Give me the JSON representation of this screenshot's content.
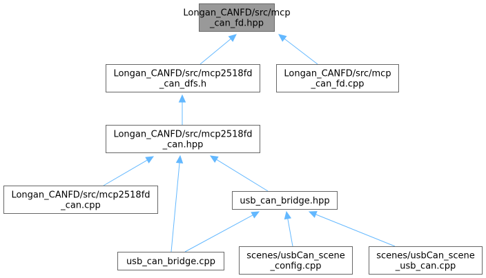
{
  "graph": {
    "nodes": [
      {
        "id": "n1",
        "label_lines": [
          "Longan_CANFD/src/mcp",
          "_can_fd.hpp"
        ],
        "highlighted": true
      },
      {
        "id": "n2",
        "label_lines": [
          "Longan_CANFD/src/mcp2518fd",
          "_can_dfs.h"
        ],
        "highlighted": false
      },
      {
        "id": "n3",
        "label_lines": [
          "Longan_CANFD/src/mcp",
          "_can_fd.cpp"
        ],
        "highlighted": false
      },
      {
        "id": "n4",
        "label_lines": [
          "Longan_CANFD/src/mcp2518fd",
          "_can.hpp"
        ],
        "highlighted": false
      },
      {
        "id": "n5",
        "label_lines": [
          "Longan_CANFD/src/mcp2518fd",
          "_can.cpp"
        ],
        "highlighted": false
      },
      {
        "id": "n6",
        "label_lines": [
          "usb_can_bridge.hpp"
        ],
        "highlighted": false
      },
      {
        "id": "n7",
        "label_lines": [
          "usb_can_bridge.cpp"
        ],
        "highlighted": false
      },
      {
        "id": "n8",
        "label_lines": [
          "scenes/usbCan_scene",
          "_config.cpp"
        ],
        "highlighted": false
      },
      {
        "id": "n9",
        "label_lines": [
          "scenes/usbCan_scene",
          "_usb_can.cpp"
        ],
        "highlighted": false
      }
    ],
    "edges": [
      {
        "from": "n2",
        "to": "n1"
      },
      {
        "from": "n3",
        "to": "n1"
      },
      {
        "from": "n4",
        "to": "n2"
      },
      {
        "from": "n5",
        "to": "n4"
      },
      {
        "from": "n7",
        "to": "n4"
      },
      {
        "from": "n6",
        "to": "n4"
      },
      {
        "from": "n7",
        "to": "n6"
      },
      {
        "from": "n8",
        "to": "n6"
      },
      {
        "from": "n9",
        "to": "n6"
      }
    ],
    "colors": {
      "highlight_fill": "#999999",
      "node_fill": "#ffffff",
      "border": "#666666",
      "edge": "#63b8ff"
    }
  }
}
